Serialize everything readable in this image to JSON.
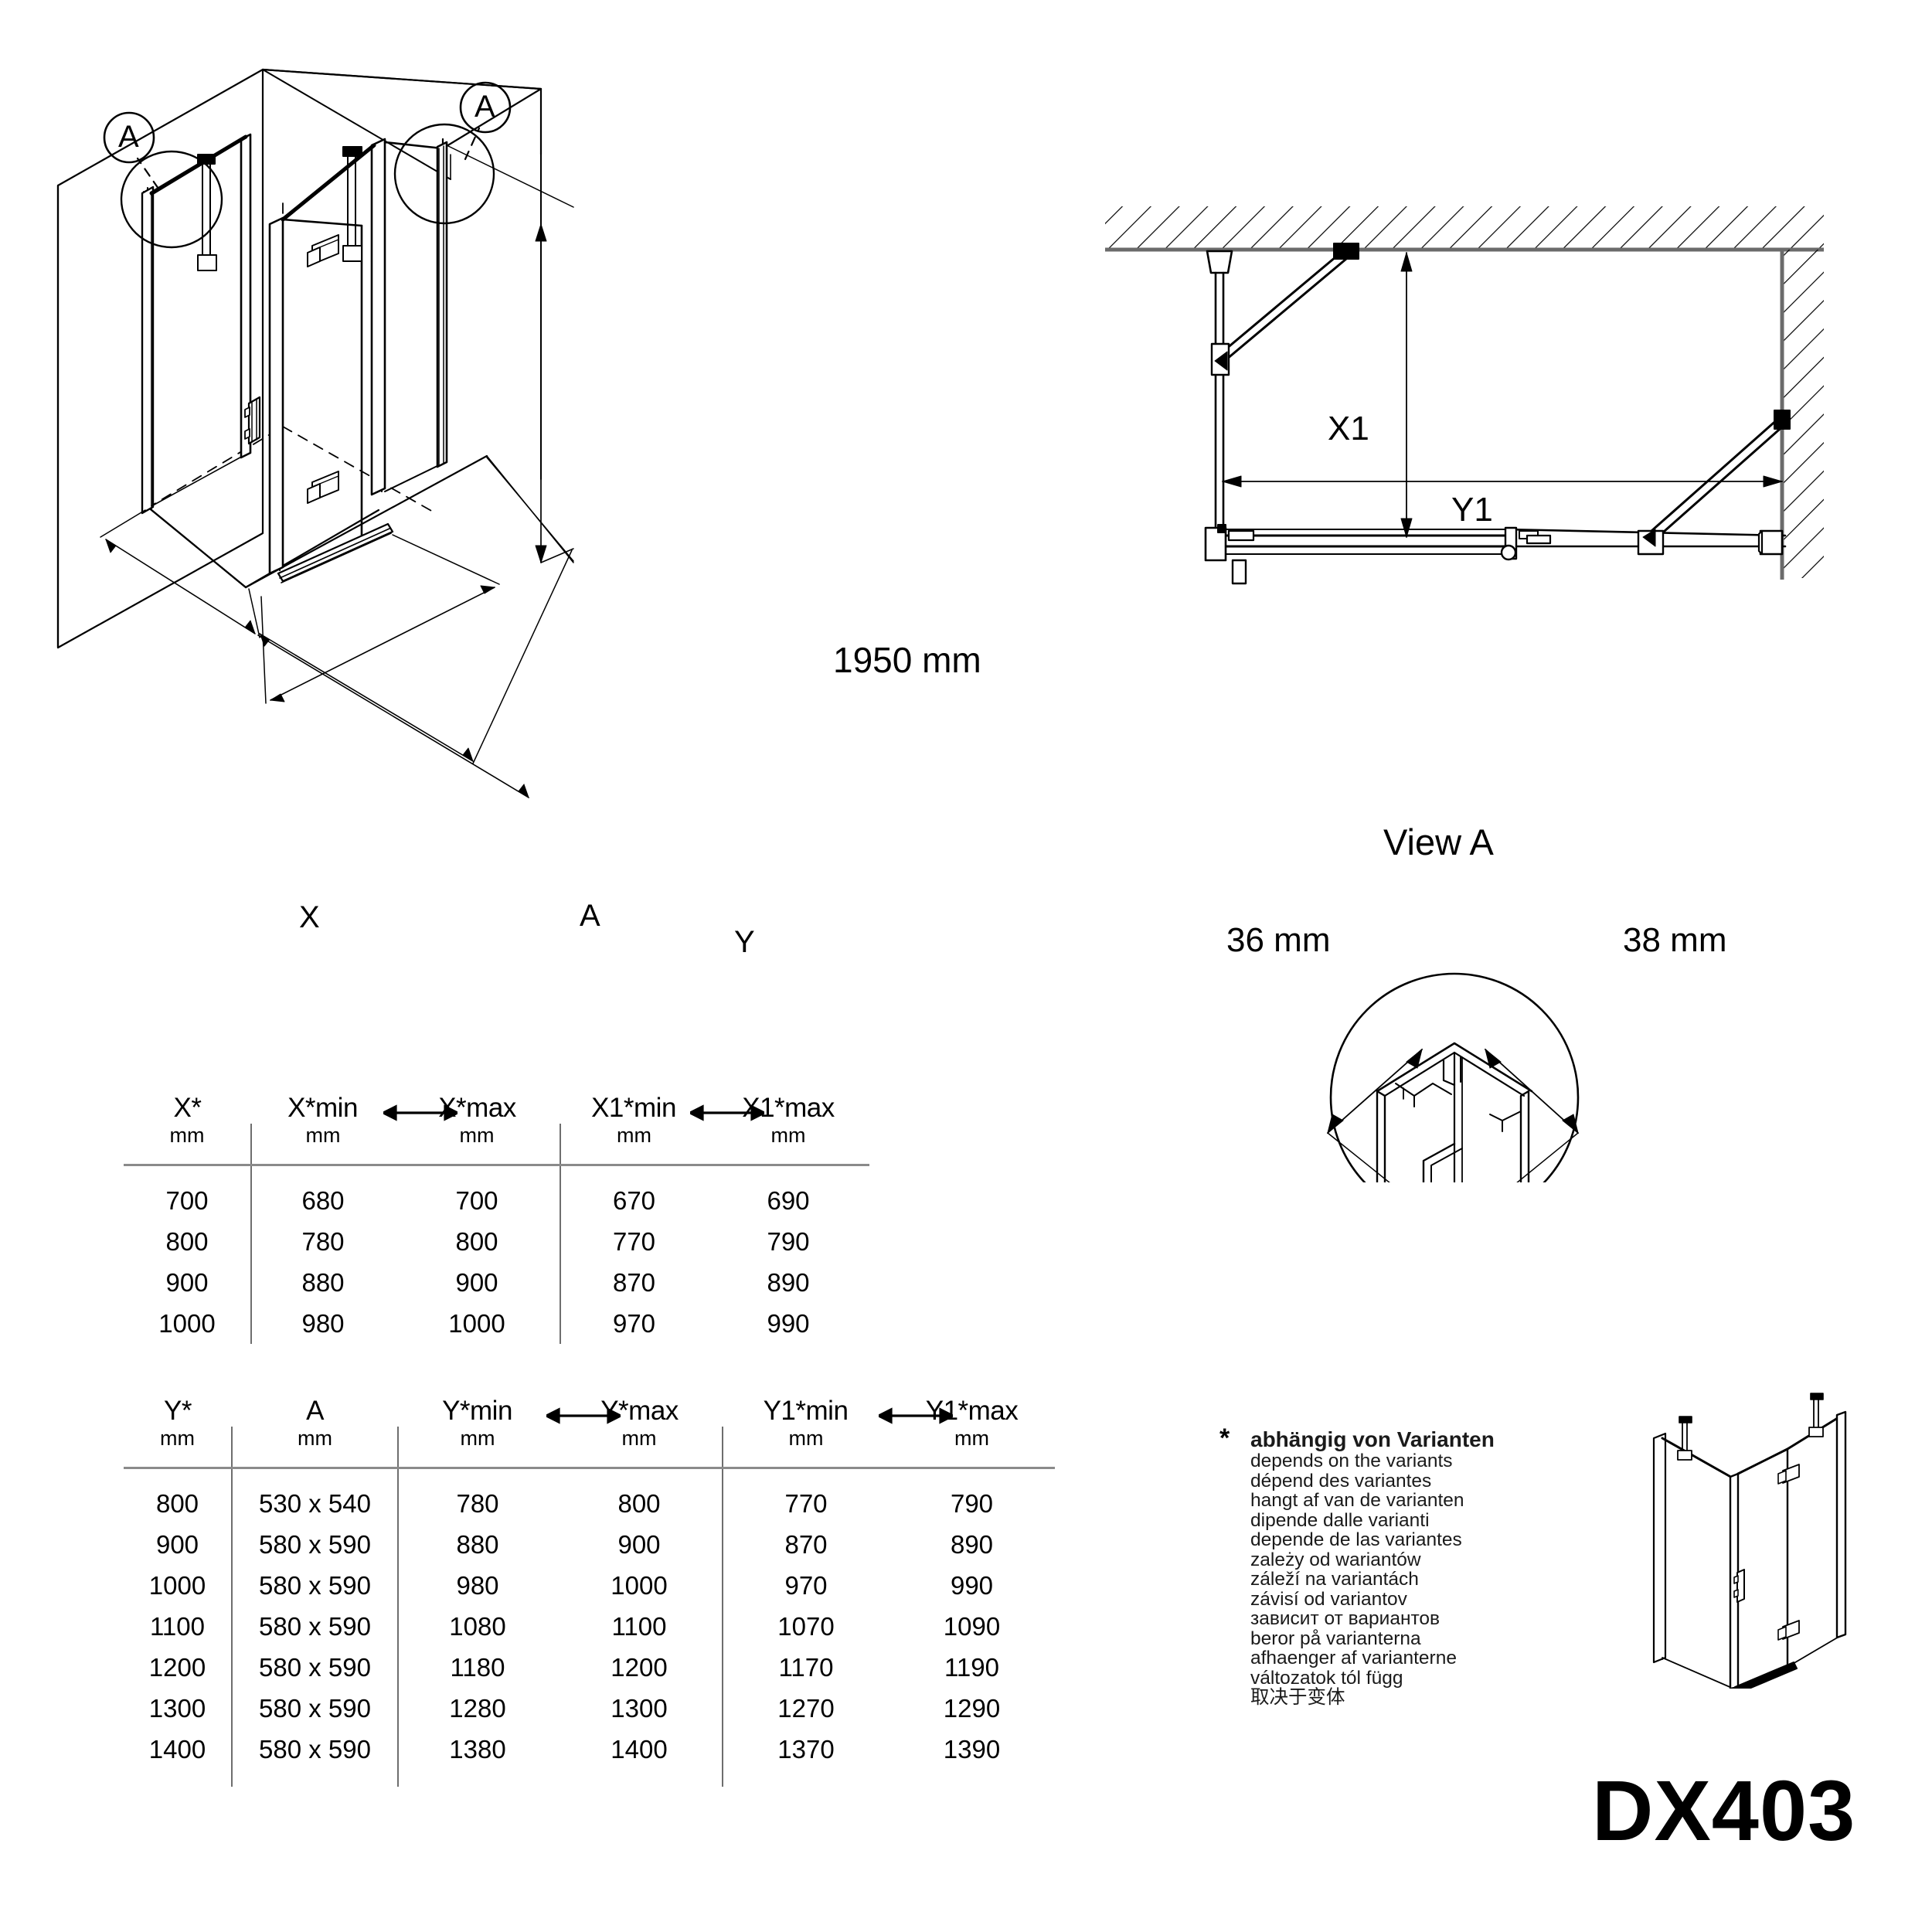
{
  "model": "DX403",
  "iso_main": {
    "callout_a_left": "A",
    "callout_a_right": "A",
    "height_dim": "1950 mm",
    "dim_x": "X",
    "dim_a": "A",
    "dim_y": "Y"
  },
  "plan_view": {
    "dim_x1": "X1",
    "dim_y1": "Y1"
  },
  "view_a": {
    "title": "View A",
    "dim_left": "36 mm",
    "dim_right": "38 mm"
  },
  "table_x": {
    "headers": [
      "X*",
      "X*min",
      "X*max",
      "X1*min",
      "X1*max"
    ],
    "units": [
      "mm",
      "mm",
      "mm",
      "mm",
      "mm"
    ],
    "rows": [
      [
        "700",
        "680",
        "700",
        "670",
        "690"
      ],
      [
        "800",
        "780",
        "800",
        "770",
        "790"
      ],
      [
        "900",
        "880",
        "900",
        "870",
        "890"
      ],
      [
        "1000",
        "980",
        "1000",
        "970",
        "990"
      ]
    ]
  },
  "table_y": {
    "headers": [
      "Y*",
      "A",
      "Y*min",
      "Y*max",
      "Y1*min",
      "Y1*max"
    ],
    "units": [
      "mm",
      "mm",
      "mm",
      "mm",
      "mm",
      "mm"
    ],
    "rows": [
      [
        "800",
        "530 x 540",
        "780",
        "800",
        "770",
        "790"
      ],
      [
        "900",
        "580 x 590",
        "880",
        "900",
        "870",
        "890"
      ],
      [
        "1000",
        "580 x 590",
        "980",
        "1000",
        "970",
        "990"
      ],
      [
        "1100",
        "580 x 590",
        "1080",
        "1100",
        "1070",
        "1090"
      ],
      [
        "1200",
        "580 x 590",
        "1180",
        "1200",
        "1170",
        "1190"
      ],
      [
        "1300",
        "580 x 590",
        "1280",
        "1300",
        "1270",
        "1290"
      ],
      [
        "1400",
        "580 x 590",
        "1380",
        "1400",
        "1370",
        "1390"
      ]
    ]
  },
  "footnote": {
    "marker": "*",
    "lines": [
      "abhängig von Varianten",
      "depends on the variants",
      "dépend des variantes",
      "hangt af van de varianten",
      "dipende dalle varianti",
      "depende de las variantes",
      "zależy od wariantów",
      "záleží na variantách",
      "závisí od variantov",
      "зависит от вариантов",
      "beror på varianterna",
      "afhaenger af varianterne",
      "változatok tól függ",
      "取决于变体"
    ]
  }
}
